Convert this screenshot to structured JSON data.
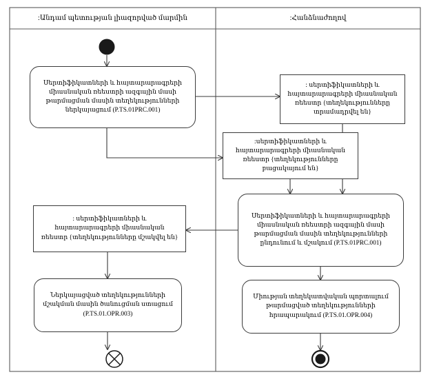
{
  "diagram": {
    "type": "uml-activity-diagram",
    "border_color": "#3a3a3a",
    "node_fill": "#ffffff",
    "text_color": "#000000",
    "lanes": [
      {
        "id": "lane-member-state",
        "title": ":Անդամ պետության լիազորված մարմին"
      },
      {
        "id": "lane-commission",
        "title": ":Հանձնաժողով"
      }
    ],
    "nodes": {
      "start": {
        "kind": "initial-node",
        "label": ""
      },
      "submit_info": {
        "kind": "action",
        "label": "Սերտիֆիկատների և հայտարարագրերի\nմիասնական ռեեստրի ազգային մասի\nթարմացման մասին տեղեկությունների\nներկայացում (P.TS.01PRC.001)"
      },
      "registry_provided": {
        "kind": "object",
        "label": ": սերտիֆիկատների և\nհայտարարագրերի միասնական\nռեեստր {տեղեկությունները\nտրամադրվել են}"
      },
      "registry_absent": {
        "kind": "object",
        "label": ":սերտիֆիկատների և\nհայտարարագրերի միասնական\nռեեստր {տեղեկությունները\nբացակայում են}"
      },
      "receive_process": {
        "kind": "action",
        "label": "Սերտիֆիկատների և հայտարարագրերի\nմիասնական ռեեստրի ազգային մասի\nթարմացման մասին տեղեկությունների\nընդունում և մշակում (P.TS.01PRC.001)"
      },
      "registry_processed": {
        "kind": "object",
        "label": ": սերտիֆիկատների և\nհայտարարագրերի միասնական\nռեեստր {տեղեկությունները մշակվել են}"
      },
      "receive_notice": {
        "kind": "action",
        "label": "Ներկայացված տեղեկությունների\nմշակման մասին ծանուցման ստացում\n(P.TS.01.OPR.003)"
      },
      "publish_portal": {
        "kind": "action",
        "label": "Միության տեղեկատվական պորտալում\nթարմացված տեղեկությունների\nհրապարակում (P.TS.01.OPR.004)"
      },
      "flow_final": {
        "kind": "flow-final-node",
        "label": ""
      },
      "activity_final": {
        "kind": "activity-final-node",
        "label": ""
      }
    }
  }
}
